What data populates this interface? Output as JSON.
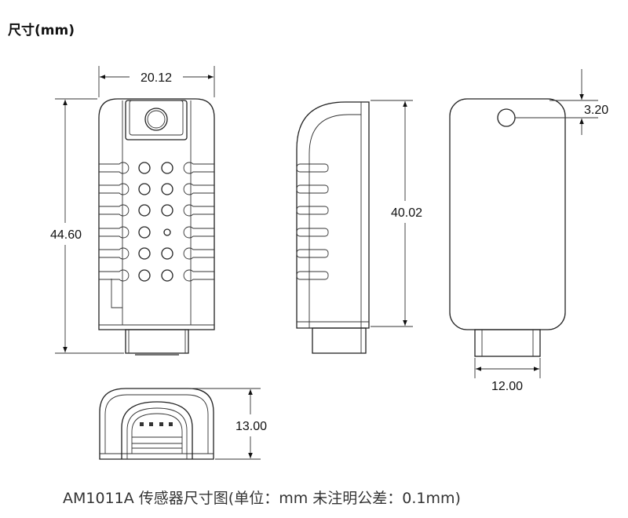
{
  "title": "尺寸(mm)",
  "caption": "AM1011A 传感器尺寸图(单位：mm 未注明公差：0.1mm)",
  "dimensions": {
    "front_width": "20.12",
    "front_height": "44.60",
    "side_height": "40.02",
    "hole_offset": "3.20",
    "connector_width": "12.00",
    "bottom_height": "13.00"
  }
}
